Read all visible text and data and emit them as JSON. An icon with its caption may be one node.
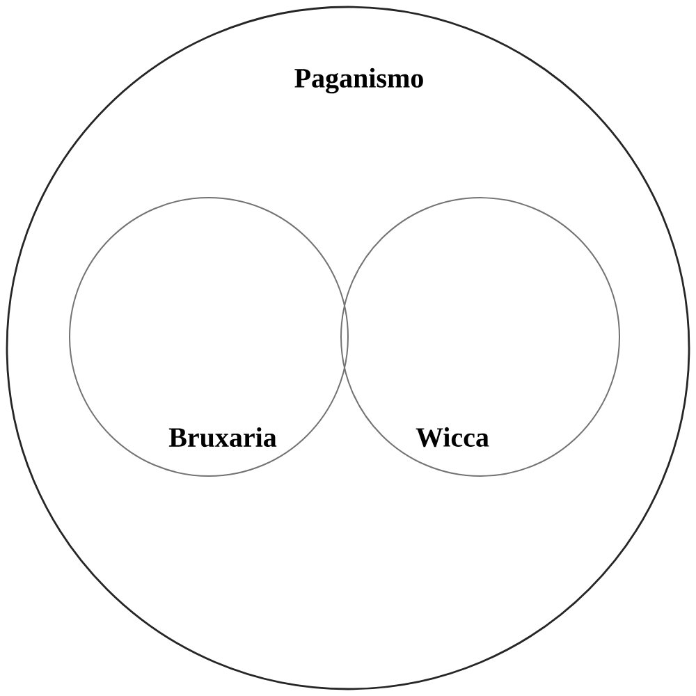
{
  "diagram": {
    "nodes": [
      {
        "text": [
          "Paganismo"
        ]
      },
      {
        "text": [
          "Bruxaria"
        ],
        "in": 0
      },
      {
        "text": [
          "Wicca"
        ],
        "in": 0
      }
    ]
  }
}
